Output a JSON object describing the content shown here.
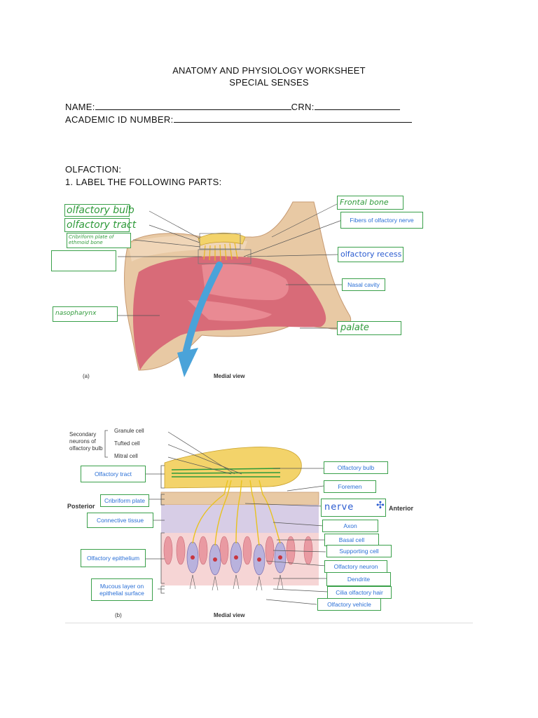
{
  "header": {
    "title": "ANATOMY AND PHYSIOLOGY WORKSHEET",
    "subtitle": "SPECIAL SENSES"
  },
  "fields": {
    "name_label": "NAME:",
    "crn_label": "CRN:",
    "academic_id_label": "ACADEMIC ID NUMBER:"
  },
  "section": {
    "title": "OLFACTION:",
    "question": "1. LABEL THE FOLLOWING PARTS:"
  },
  "figure_a": {
    "caption_letter": "(a)",
    "caption_view": "Medial view",
    "labels_left": {
      "olfactory_bulb": "olfactory bulb",
      "olfactory_tract": "olfactory tract",
      "cribriform": "Cribriform plate of ethmoid bone",
      "blank": "",
      "nasopharynx": "nasopharynx"
    },
    "labels_right": {
      "frontal_bone": "Frontal bone",
      "fibers": "Fibers of olfactory nerve",
      "olfactory_recess": "olfactory recess",
      "nasal_cavity": "Nasal cavity",
      "palate": "palate"
    }
  },
  "figure_b": {
    "caption_letter": "(b)",
    "caption_view": "Medial view",
    "posterior": "Posterior",
    "anterior": "Anterior",
    "secondary_neurons": "Secondary neurons of olfactory bulb",
    "granule_cell": "Granule cell",
    "tufted_cell": "Tufted cell",
    "mitral_cell": "Mitral cell",
    "labels_left": {
      "olfactory_tract": "Olfactory tract",
      "cribriform_plate": "Cribriform plate",
      "connective_tissue": "Connective tissue",
      "olfactory_epithelium": "Olfactory epithelium",
      "mucous_layer": "Mucous layer on epithelial surface"
    },
    "labels_right": {
      "olfactory_bulb": "Olfactory bulb",
      "foremen": "Foremen",
      "nerve": "nerve",
      "axon": "Axon",
      "basal_cell": "Basal cell",
      "supporting_cell": "Supporting cell",
      "olfactory_neuron": "Olfactory neuron",
      "dendrite": "Dendrite",
      "cilia": "Cilia olfactory hair",
      "vehicle": "Olfactory vehicle"
    }
  }
}
